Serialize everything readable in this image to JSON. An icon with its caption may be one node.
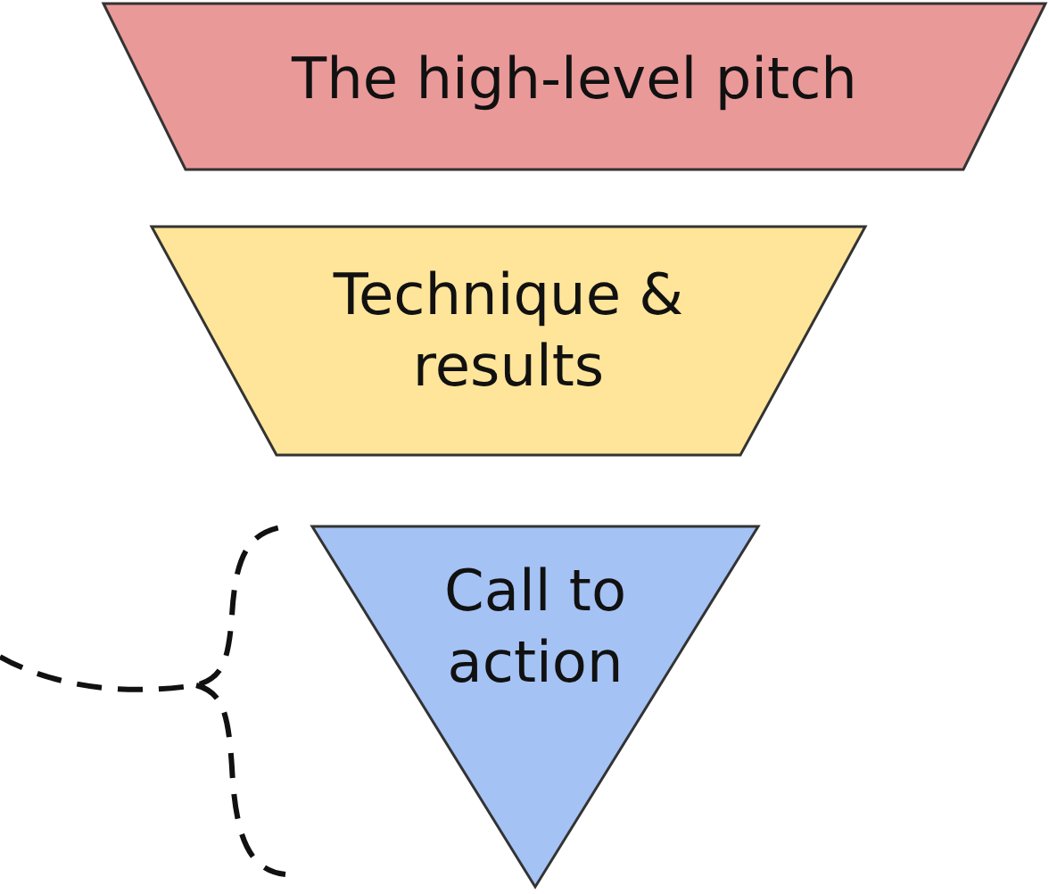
{
  "diagram": {
    "nodes": [
      {
        "text": [
          "The high-level pitch"
        ]
      },
      {
        "text": [
          "Technique & results"
        ]
      },
      {
        "text": [
          "Call to action"
        ]
      }
    ]
  }
}
